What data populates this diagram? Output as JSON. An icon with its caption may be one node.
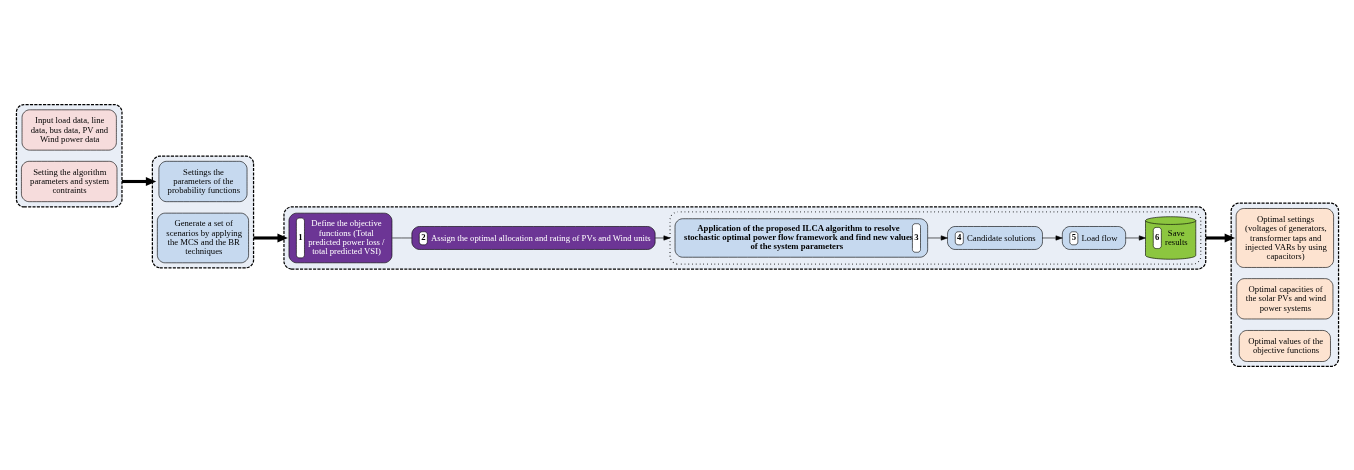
{
  "diagram": {
    "nodes": [
      {
        "text": [],
        "shape": "box"
      },
      {
        "text": [
          "Input load data, line data, bus data, PV and Wind power data"
        ],
        "in": 0
      },
      {
        "text": [
          "Setting the algorithm parameters and system contraints"
        ],
        "in": 0
      },
      {
        "text": [],
        "shape": "box"
      },
      {
        "text": [
          "Settings the parameters of the probability functions"
        ],
        "in": 3
      },
      {
        "text": [
          "Generate a set of scenarios by applying the MCS and the BR techniques"
        ],
        "in": 3
      },
      {
        "text": [],
        "shape": "box"
      },
      {
        "text": [
          "1",
          "Define the objective functions (Total predicted power loss / total predicted VSI)"
        ],
        "in": 6
      },
      {
        "text": [
          "2",
          "Assign the optimal allocation and rating of PVs and Wind units"
        ],
        "in": 6
      },
      {
        "text": [],
        "shape": "box",
        "in": 6
      },
      {
        "text": [
          "Application of the proposed ILCA algorithm to resolve stochastic optimal power flow framework and find new values of the system parameters",
          "3"
        ],
        "in": 9
      },
      {
        "text": [
          "4",
          "Candidate solutions"
        ],
        "in": 9
      },
      {
        "text": [
          "5",
          "Load flow"
        ],
        "in": 9
      },
      {
        "text": [
          "6",
          "Save results"
        ],
        "in": 9
      },
      {
        "text": [],
        "shape": "box"
      },
      {
        "text": [
          "Optimal settings (voltages of generators, transformer taps and injected VARs by using capacitors)"
        ],
        "in": 14
      },
      {
        "text": [
          "Optimal capacities of the solar PVs and wind power systems"
        ],
        "in": 14
      },
      {
        "text": [
          "Optimal values of the objective functions"
        ],
        "in": 14
      }
    ],
    "edges": [
      {
        "from": 0,
        "to": 3,
        "arrow": "to",
        "style": "thick"
      },
      {
        "from": 3,
        "to": 6,
        "arrow": "to",
        "style": "thick"
      },
      {
        "from": 6,
        "to": 14,
        "arrow": "to",
        "style": "thick"
      },
      {
        "from": 7,
        "to": 8,
        "arrow": "none"
      },
      {
        "from": 8,
        "to": 9,
        "arrow": "to"
      },
      {
        "from": 10,
        "to": 11,
        "arrow": "to"
      },
      {
        "from": 11,
        "to": 12,
        "arrow": "to"
      },
      {
        "from": 12,
        "to": 13,
        "arrow": "to"
      }
    ]
  }
}
